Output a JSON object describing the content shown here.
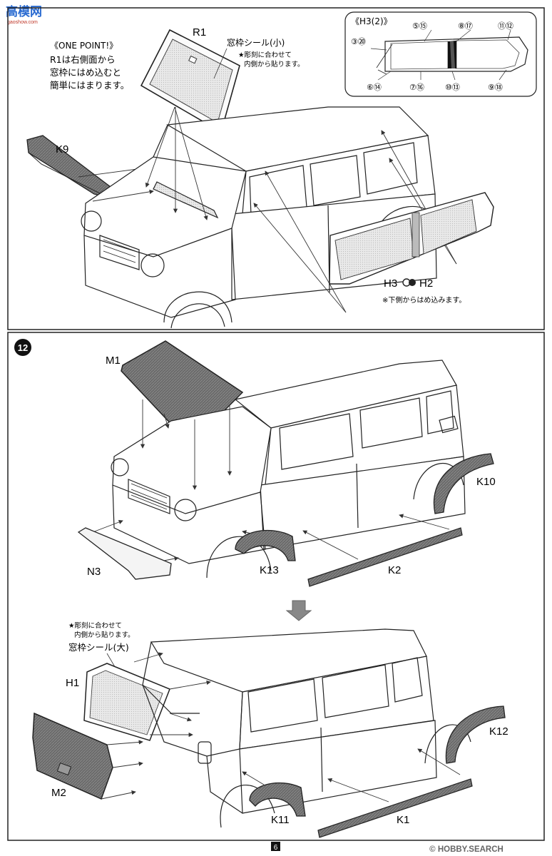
{
  "watermark_top": {
    "chars": "高模网",
    "url": "gaoshow.com"
  },
  "panel_top": {
    "one_point_title": "《ONE POINT!》",
    "one_point_lines": [
      "R1は右側面から",
      "窓枠にはめ込むと",
      "簡単にはまります。"
    ],
    "label_r1": "R1",
    "seal_small": "窓枠シール(小)",
    "seal_note_lines": [
      "★彫刻に合わせて",
      "内側から貼ります。"
    ],
    "label_k9": "K9",
    "h3_h2_left": "H3",
    "h3_h2_right": "H2",
    "underside_note": "※下側からはめ込みます。",
    "inset": {
      "title": "《H3(2)》",
      "c_5_15": "⑤⑮",
      "c_8_17": "⑧⑰",
      "c_11_12": "⑪⑫",
      "c_3_20": "③⑳",
      "c_6_14": "⑥⑭",
      "c_7_16": "⑦⑯",
      "c_10_13": "⑩⑬",
      "c_9_18": "⑨⑱"
    }
  },
  "panel_bottom": {
    "step": "12",
    "label_m1": "M1",
    "label_k10": "K10",
    "label_n3": "N3",
    "label_k13": "K13",
    "label_k2": "K2",
    "arrow_down": "down-arrow-icon",
    "seal_note_lines": [
      "★彫刻に合わせて",
      "内側から貼ります。"
    ],
    "seal_large": "窓枠シール(大)",
    "label_h1": "H1",
    "label_m2": "M2",
    "label_k12": "K12",
    "label_k11": "K11",
    "label_k1": "K1"
  },
  "page_number": "6",
  "footer_mark": "© HOBBY.SEARCH"
}
